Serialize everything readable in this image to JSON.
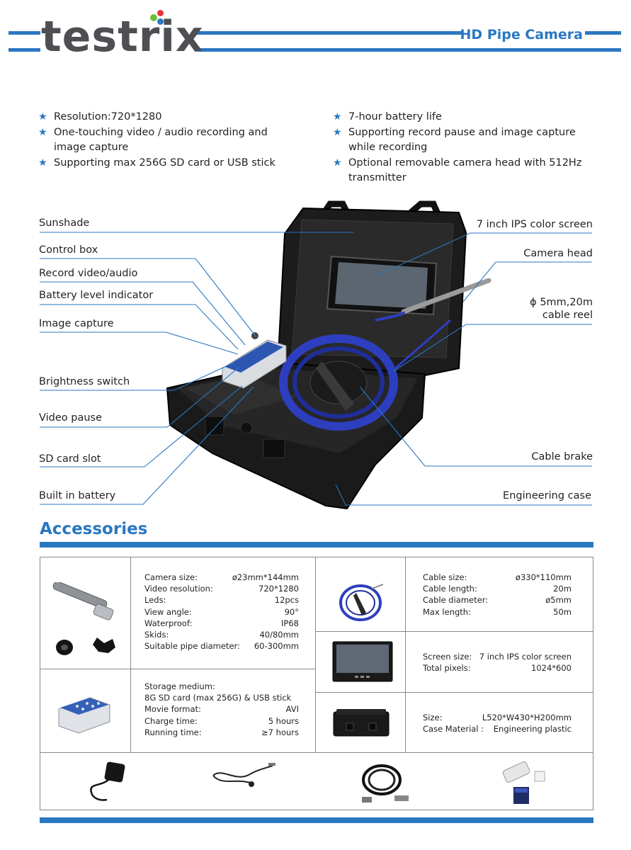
{
  "brand": {
    "logo_text": "testrix",
    "product_line": "HD Pipe Camera",
    "accent": "#2a77c2"
  },
  "features": {
    "left": [
      "Resolution:720*1280",
      "One-touching video / audio recording and image capture",
      "Supporting max 256G SD card or USB stick"
    ],
    "right": [
      "7-hour battery life",
      "Supporting record pause and image capture while recording",
      "Optional removable camera head with 512Hz transmitter"
    ]
  },
  "diagram_labels": {
    "sunshade": "Sunshade",
    "control_box": "Control box",
    "record": "Record video/audio",
    "battery_indicator": "Battery level indicator",
    "image_capture": "Image capture",
    "brightness": "Brightness switch",
    "video_pause": "Video pause",
    "sd_slot": "SD card slot",
    "built_in_battery": "Built in battery",
    "screen": "7 inch IPS color screen",
    "camera_head": "Camera head",
    "cable_reel_1": "ϕ 5mm,20m",
    "cable_reel_2": "cable reel",
    "cable_brake": "Cable brake",
    "engineering_case": "Engineering case"
  },
  "accessories": {
    "title": "Accessories",
    "camera": [
      [
        "Camera size:",
        "ø23mm*144mm"
      ],
      [
        "Video resolution:",
        "720*1280"
      ],
      [
        "Leds:",
        "12pcs"
      ],
      [
        "View angle:",
        "90°"
      ],
      [
        "Waterproof:",
        "IP68"
      ],
      [
        "Skids:",
        "40/80mm"
      ],
      [
        "Suitable pipe diameter:",
        "60-300mm"
      ]
    ],
    "control_box": {
      "storage_label": "Storage medium:",
      "storage_value": "8G SD card (max 256G) & USB stick",
      "rows": [
        [
          "Movie format:",
          "AVI"
        ],
        [
          "Charge time:",
          "5 hours"
        ],
        [
          "Running time:",
          "≥7 hours"
        ]
      ]
    },
    "cable": [
      [
        "Cable size:",
        "ø330*110mm"
      ],
      [
        "Cable length:",
        "20m"
      ],
      [
        "Cable diameter:",
        "ø5mm"
      ],
      [
        "Max length:",
        "50m"
      ]
    ],
    "screen": [
      [
        "Screen size:",
        "7 inch IPS color screen"
      ],
      [
        "Total pixels:",
        "1024*600"
      ]
    ],
    "case": [
      [
        "Size:",
        "L520*W430*H200mm"
      ],
      [
        "Case Material :",
        "Engineering plastic"
      ]
    ]
  }
}
